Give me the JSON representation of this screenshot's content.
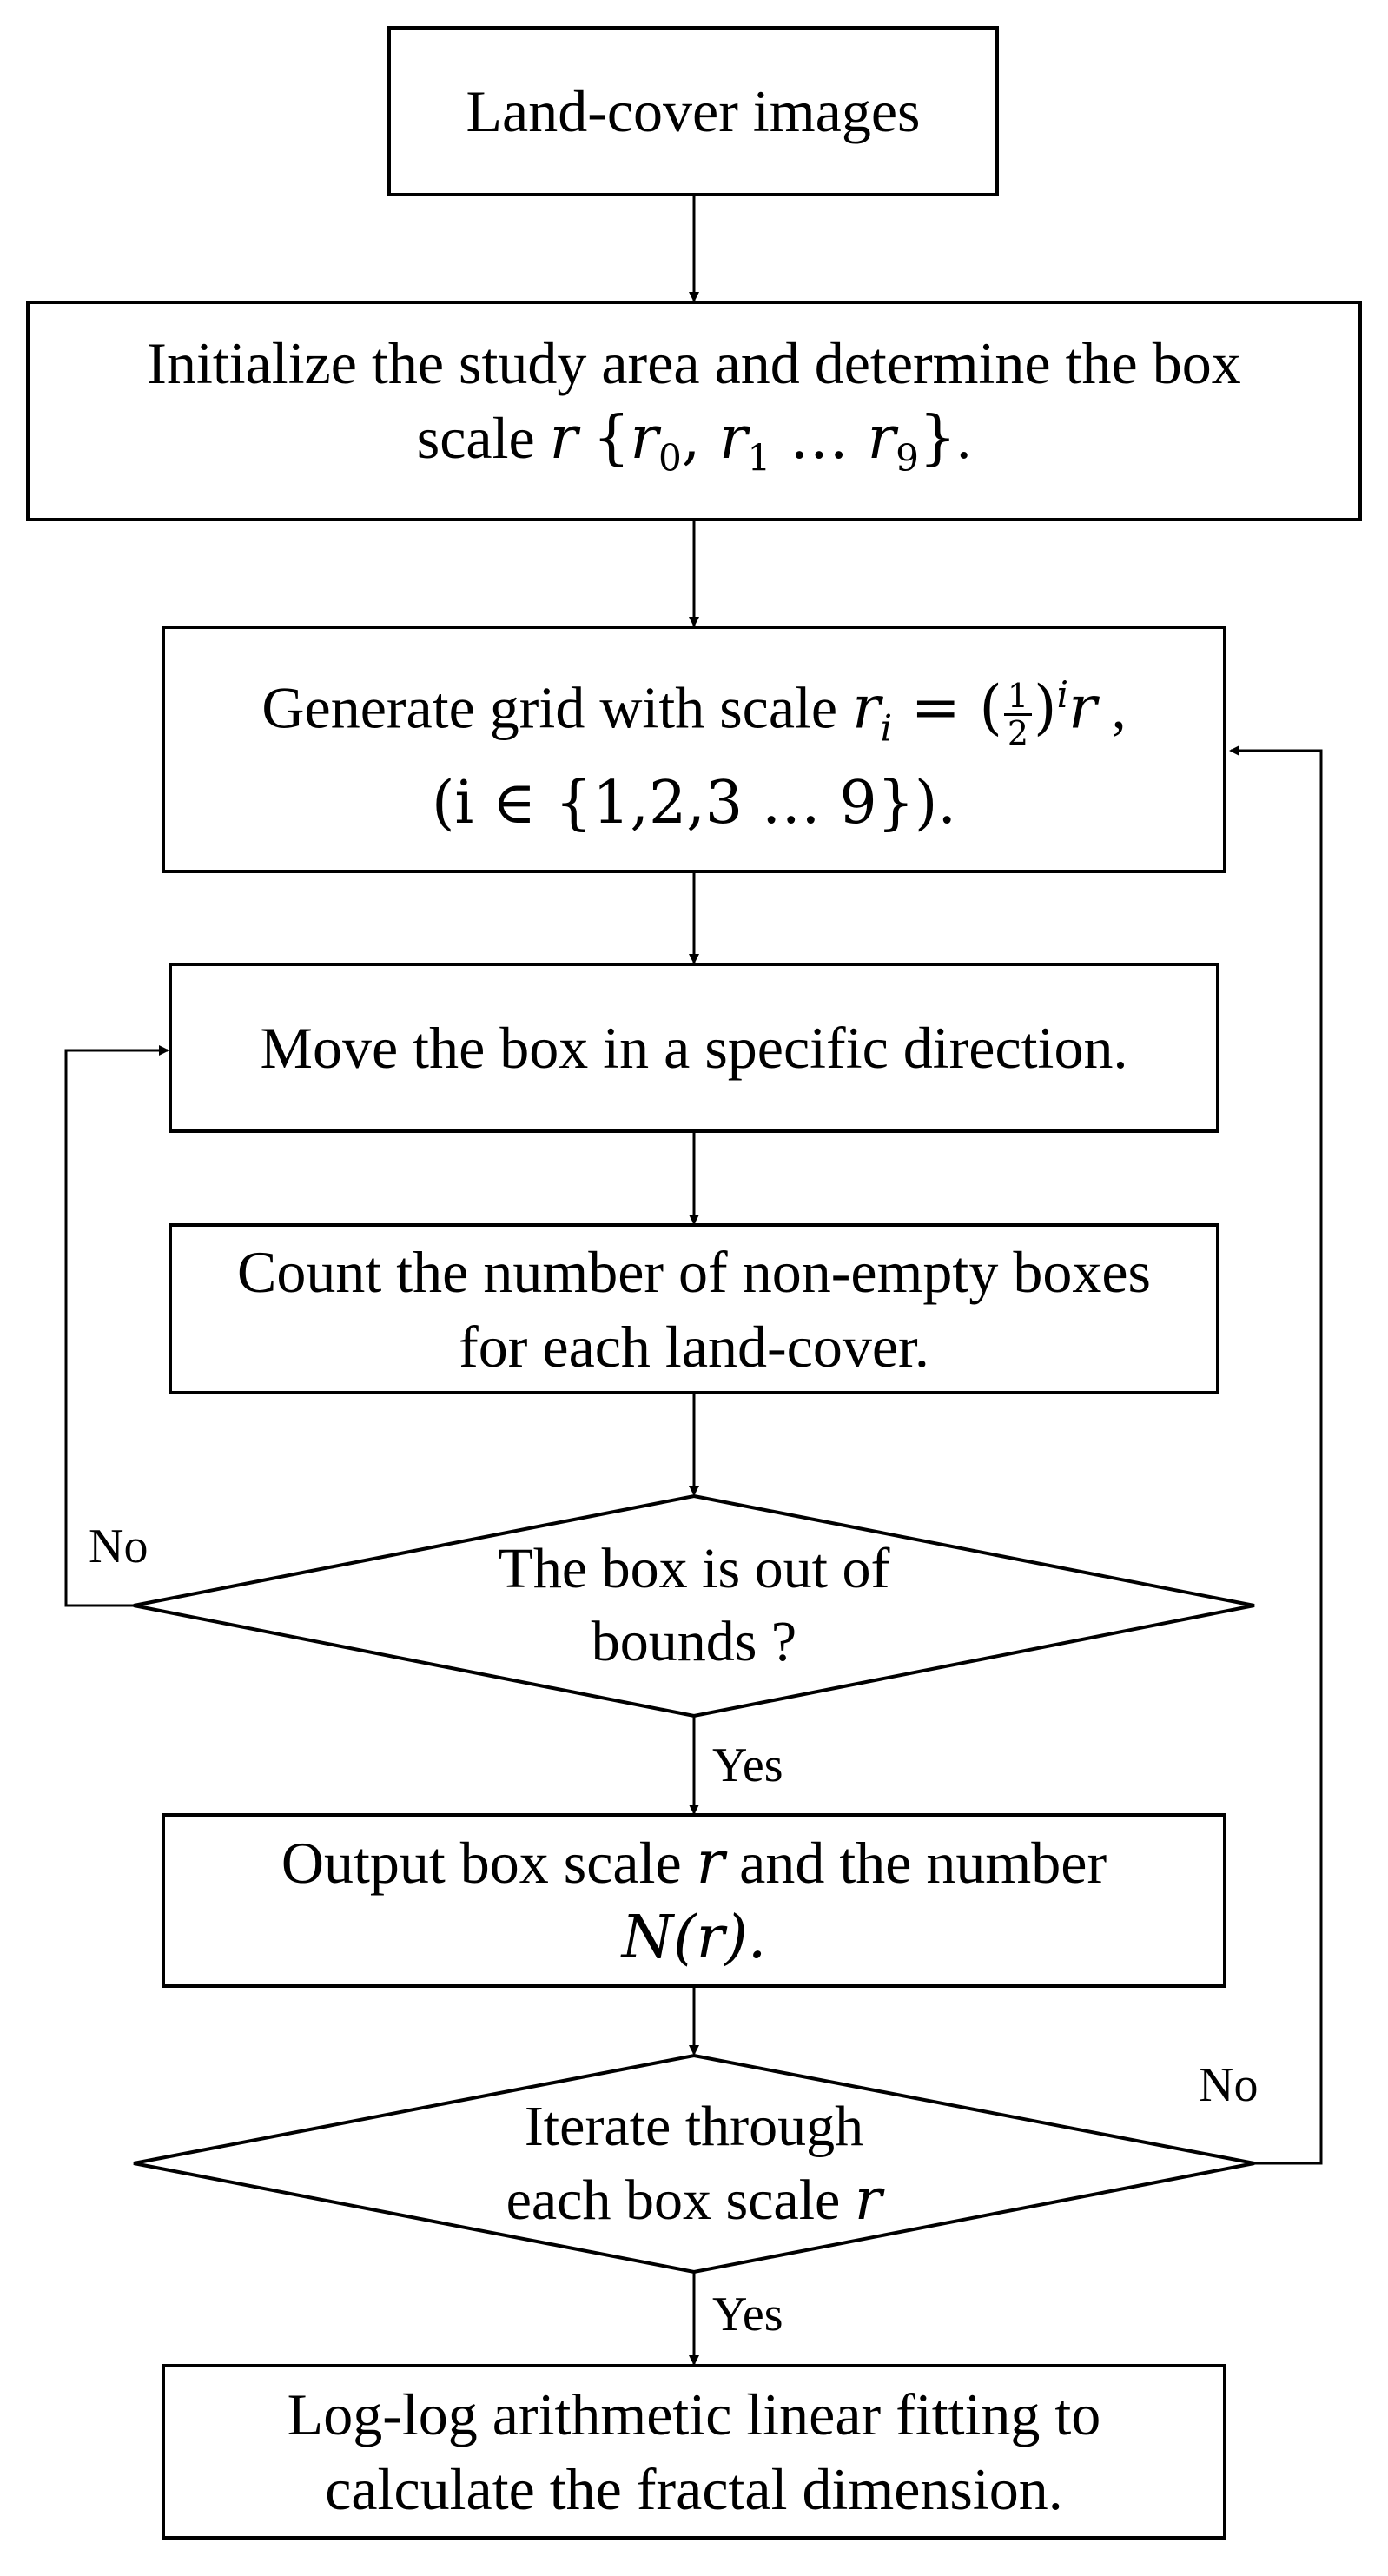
{
  "flowchart": {
    "start": "Land-cover images",
    "init": {
      "line1": "Initialize the study area and determine the box",
      "line2_prefix": "scale ",
      "var_r": "r",
      "set_open": "{",
      "r0": "r",
      "r0_sub": "0",
      "comma": ", ",
      "r1": "r",
      "r1_sub": "1",
      "ellipsis": " … ",
      "r9": "r",
      "r9_sub": "9",
      "set_close": "}",
      "period": "."
    },
    "grid": {
      "prefix": "Generate grid with scale ",
      "ri": "r",
      "ri_sub": "i",
      "eq": " = (",
      "frac_num": "1",
      "frac_den": "2",
      "close": ")",
      "exp": "i",
      "r": "r",
      "tail": " ,",
      "line2": "(i ∈ {1,2,3 … 9})."
    },
    "move": "Move the box in a specific direction.",
    "count": {
      "line1": "Count the number of non-empty boxes",
      "line2": "for each land-cover."
    },
    "decision1": {
      "line1": "The box is out of",
      "line2": "bounds ?"
    },
    "output": {
      "line1_prefix": "Output box scale ",
      "var_r": "r",
      "line1_suffix": " and the number",
      "line2": "N(r)."
    },
    "decision2": {
      "line1": "Iterate through",
      "line2_prefix": "each box scale ",
      "var_r": "r"
    },
    "final": {
      "line1": "Log-log arithmetic linear fitting to",
      "line2": "calculate the fractal dimension."
    },
    "labels": {
      "no1": "No",
      "yes1": "Yes",
      "no2": "No",
      "yes2": "Yes"
    }
  }
}
